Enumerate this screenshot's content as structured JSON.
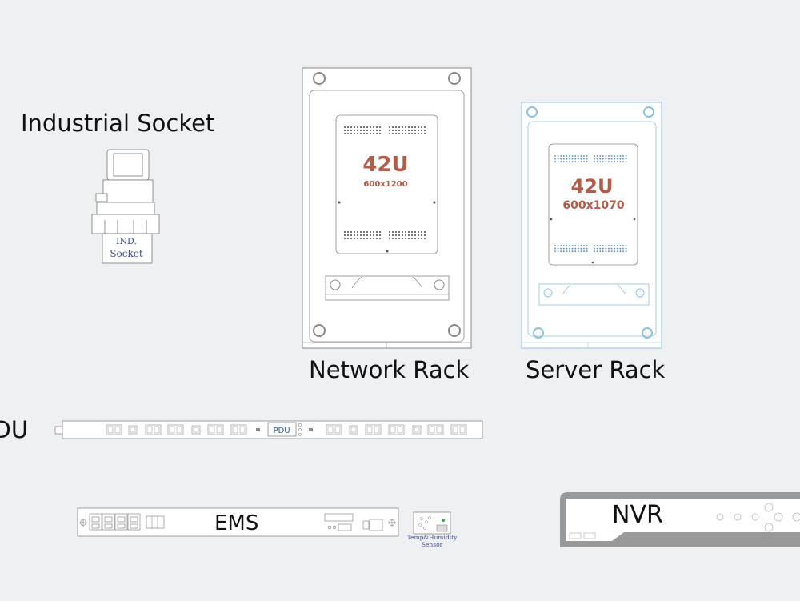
{
  "labels": {
    "industrial_socket": "Industrial Socket",
    "network_rack": "Network Rack",
    "server_rack": "Server Rack",
    "pdu": "PDU",
    "ems": "EMS",
    "nvr": "NVR"
  },
  "industrial_socket": {
    "line1": "IND.",
    "line2": "Socket"
  },
  "network_rack": {
    "units": "42U",
    "size": "600x1200"
  },
  "server_rack": {
    "units": "42U",
    "size": "600x1070"
  },
  "pdu_strip": {
    "center_label": "PDU"
  },
  "sensor": {
    "line1": "Temp&Humidity",
    "line2": "Sensor"
  },
  "colors": {
    "background": "#eff0f2",
    "rack_text": "#b35a48",
    "server_rack_outline": "#8fc3e0",
    "pdu_label": "#2a5a9e",
    "socket_text": "#3c4d9a",
    "nvr_frame": "#999999"
  }
}
